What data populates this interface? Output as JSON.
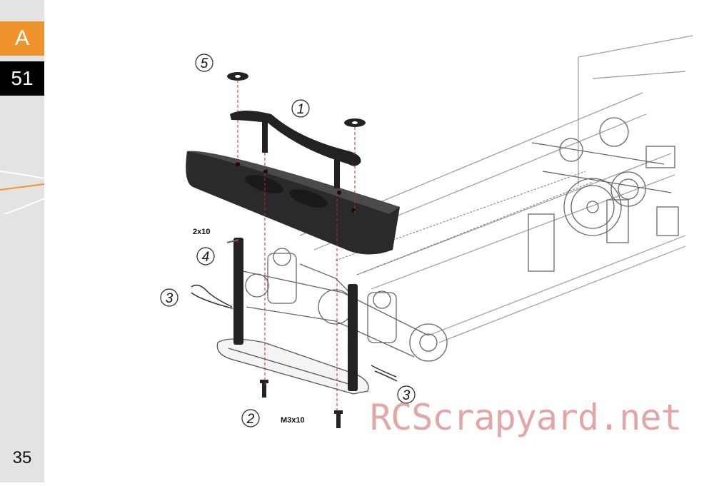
{
  "sidebar": {
    "section_letter": "A",
    "step_number": "51",
    "page_number": "35",
    "accent_color": "#f0932b"
  },
  "callouts": {
    "c1": "1",
    "c2": "2",
    "c3_left": "3",
    "c3_right": "3",
    "c4": "4",
    "c5": "5"
  },
  "labels": {
    "screw_upper": "2x10",
    "screw_lower": "M3x10"
  },
  "watermark": "RCScrapyard.net"
}
